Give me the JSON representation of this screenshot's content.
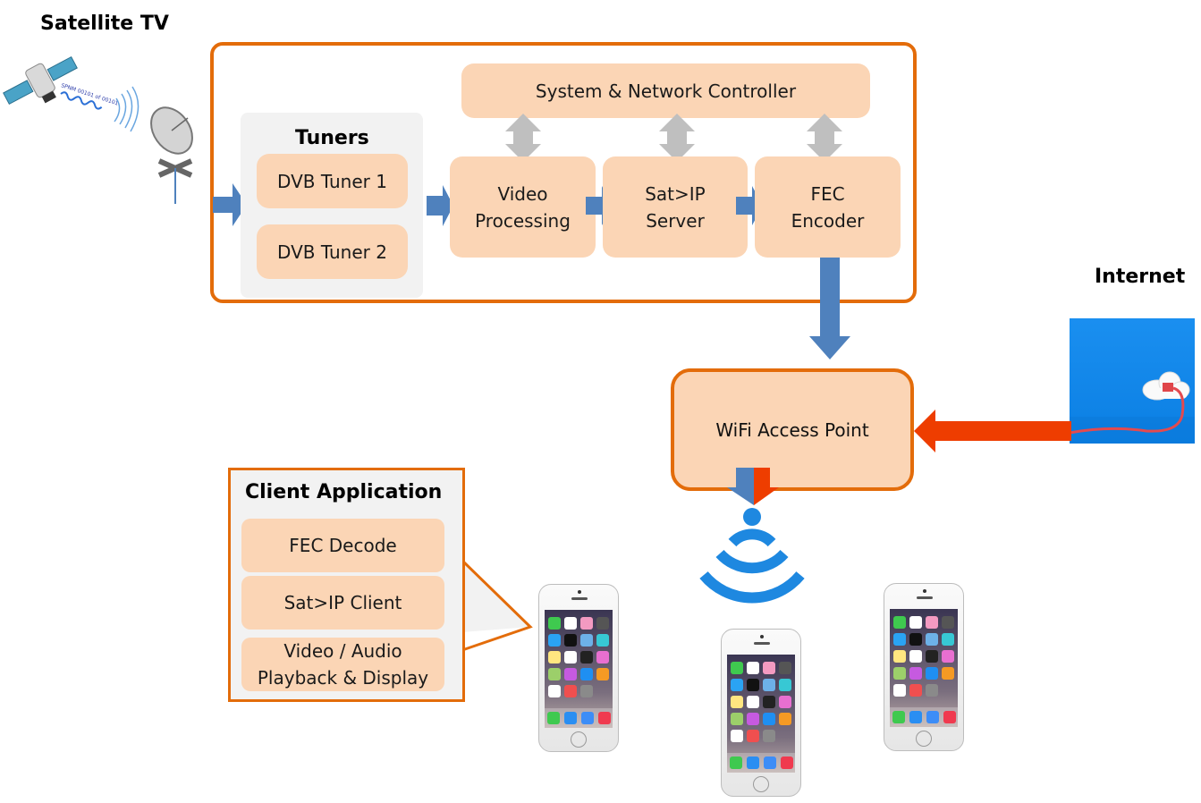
{
  "labels": {
    "satellite_tv": "Satellite TV",
    "internet": "Internet"
  },
  "head_end": {
    "tuners_title": "Tuners",
    "tuners": [
      "DVB Tuner 1",
      "DVB Tuner 2"
    ],
    "controller": "System & Network Controller",
    "stages": [
      {
        "line1": "Video",
        "line2": "Processing"
      },
      {
        "line1": "Sat>IP",
        "line2": "Server"
      },
      {
        "line1": "FEC",
        "line2": "Encoder"
      }
    ]
  },
  "access_point": "WiFi Access Point",
  "client_app": {
    "title": "Client Application",
    "items": [
      {
        "line1": "FEC Decode",
        "line2": ""
      },
      {
        "line1": "Sat>IP Client",
        "line2": ""
      },
      {
        "line1": "Video / Audio",
        "line2": "Playback & Display"
      }
    ]
  },
  "colors": {
    "frame_orange": "#e36c0a",
    "block_peach": "#fbd5b5",
    "flow_blue": "#4f81bd",
    "internet_red": "#ee3d00",
    "control_gray": "#bfbfbf",
    "wifi_blue": "#1e88e0",
    "panel_gray": "#f2f2f2"
  }
}
